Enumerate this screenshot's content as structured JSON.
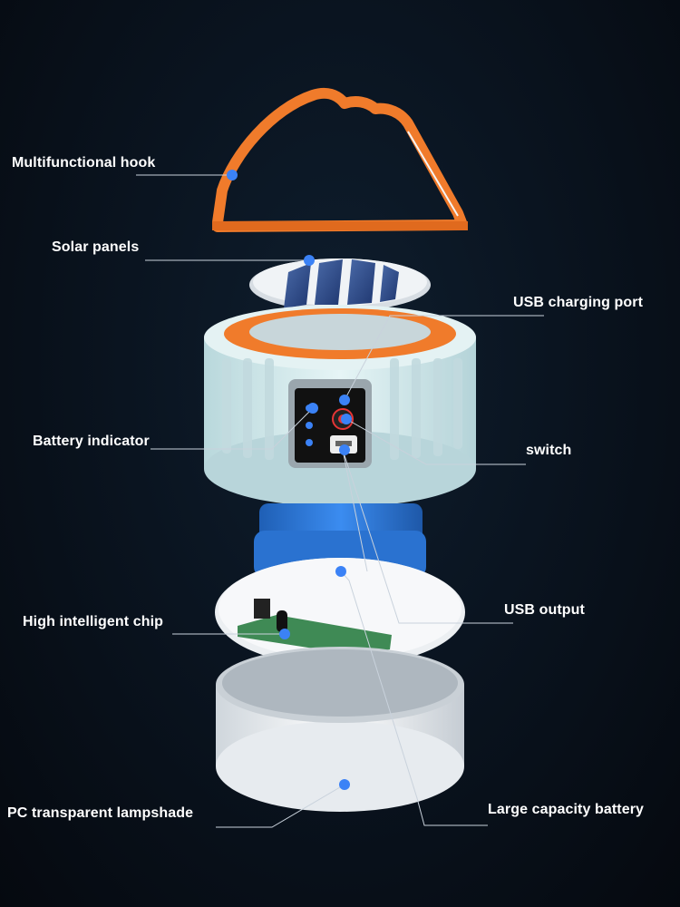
{
  "labels": {
    "hook": "Multifunctional hook",
    "solar": "Solar panels",
    "usb_charging": "USB charging port",
    "battery_indicator": "Battery indicator",
    "switch": "switch",
    "usb_output": "USB output",
    "chip": "High intelligent chip",
    "lampshade": "PC transparent lampshade",
    "battery": "Large capacity battery"
  },
  "colors": {
    "background": "#0a1420",
    "hook_orange": "#f07b2b",
    "body_cyan": "#d9eef0",
    "battery_blue": "#2f7fe0",
    "dot_blue": "#3b82f6",
    "leader_line": "#c9d2dc"
  }
}
